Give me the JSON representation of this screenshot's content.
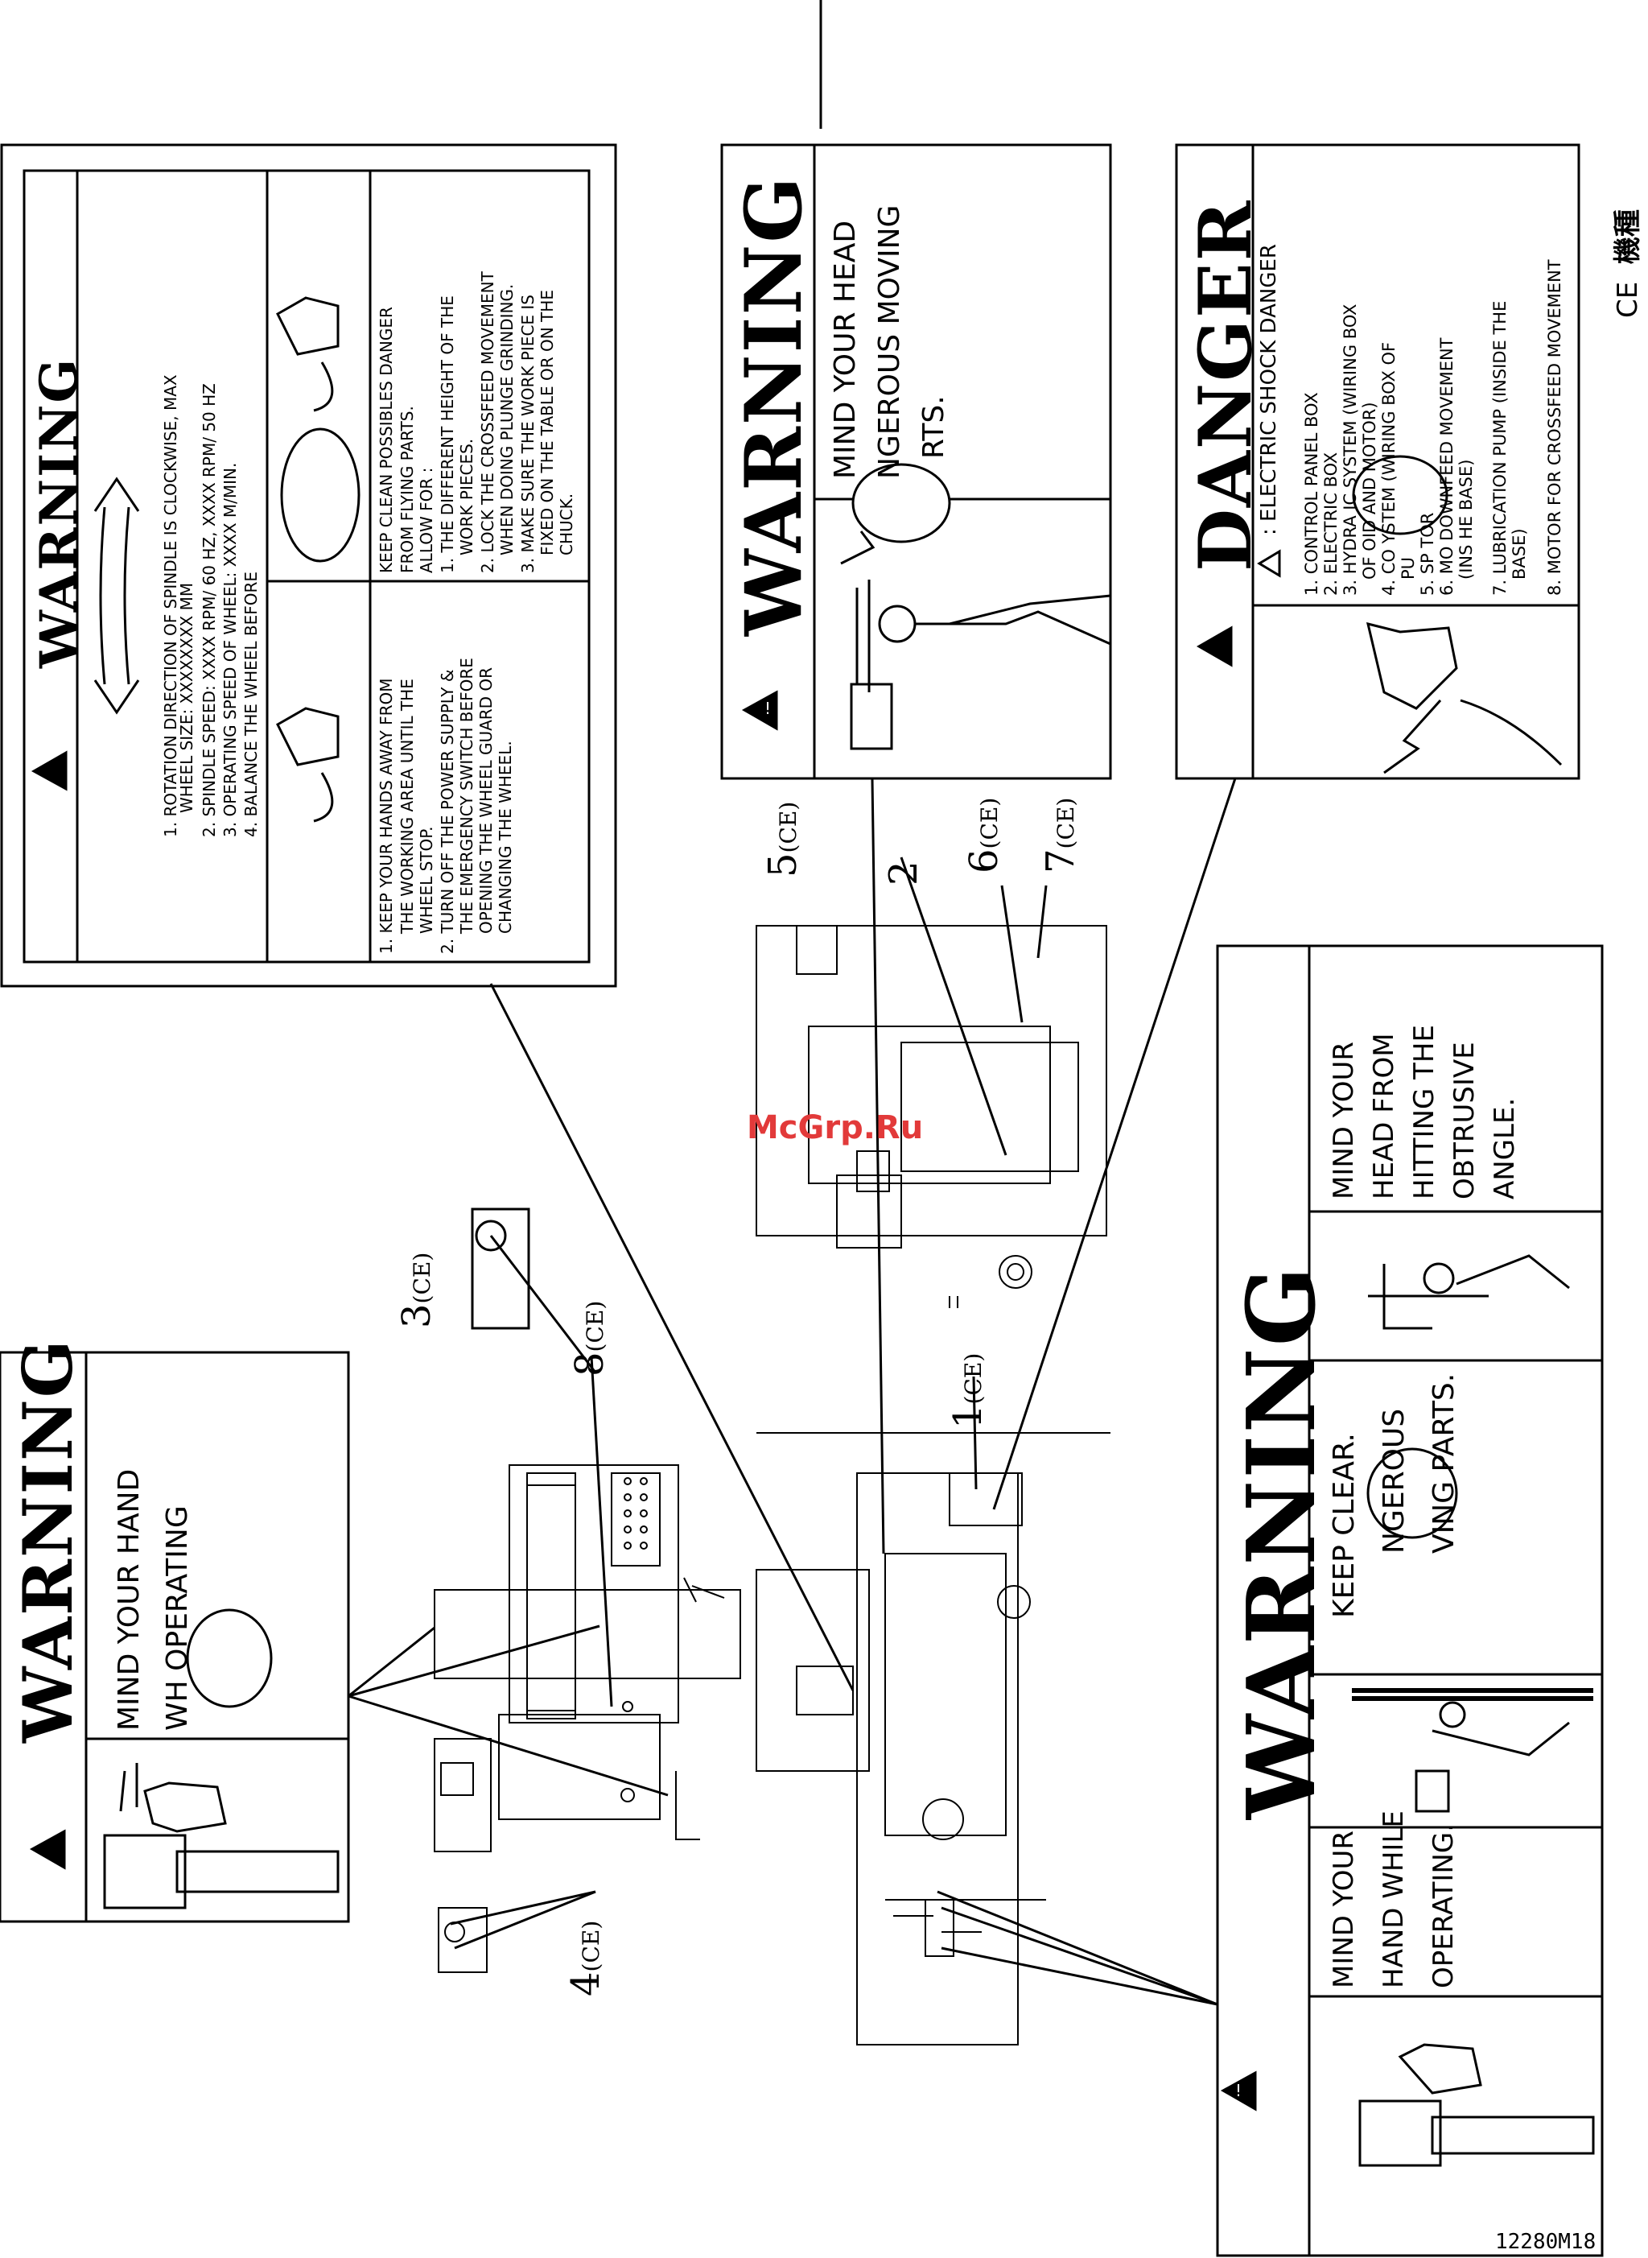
{
  "labels": {
    "top_left": {
      "title": "WARNING",
      "items": [
        "1. ROTATION DIRECTION OF SPINDLE IS CLOCKWISE, MAX",
        "WHEEL SIZE: XXXXXXXX MM",
        "2. SPINDLE SPEED: XXXX RPM/ 60 HZ, XXXX RPM/ 50 HZ",
        "3. OPERATING SPEED OF WHEEL: XXXX M/MIN.",
        "4. BALANCE THE WHEEL BEFORE"
      ],
      "hands": [
        "1. KEEP YOUR HANDS AWAY FROM",
        "THE WORKING AREA UNTIL THE",
        "WHEEL STOP.",
        "2. TURN OFF THE POWER SUPPLY &",
        "THE EMERGENCY SWITCH BEFORE",
        "OPENING THE WHEEL GUARD OR",
        "CHANGING THE WHEEL."
      ],
      "flying": [
        "KEEP CLEAN POSSIBLES DANGER",
        "FROM FLYING PARTS.",
        "ALLOW FOR :",
        "1. THE DIFFERENT HEIGHT OF THE",
        "WORK PIECES.",
        "2. LOCK THE CROSSFEED MOVEMENT",
        "WHEN DOING PLUNGE GRINDING.",
        "3. MAKE SURE THE WORK PIECE IS",
        "FIXED ON THE TABLE OR ON THE",
        "CHUCK."
      ]
    },
    "top_mid": {
      "title": "WARNING",
      "lines": [
        "MIND YOUR HEAD",
        "NGEROUS MOVING",
        "RTS."
      ]
    },
    "top_right": {
      "title": "DANGER",
      "subtitle": ": ELECTRIC SHOCK DANGER",
      "items": [
        "1. CONTROL PANEL BOX",
        "2. ELECTRIC BOX",
        "3. HYDRA    IC SYSTEM (WIRING BOX",
        "OF       OID AND MOTOR)",
        "4. CO        YSTEM (WIRING BOX OF",
        "PU",
        "5. SP         TOR",
        "6. MO        DOWNFEED MOVEMENT",
        "(INS        HE BASE)",
        "7. LUBRICATION PUMP (INSIDE THE",
        "BASE)",
        "8. MOTOR FOR CROSSFEED MOVEMENT"
      ]
    },
    "left_mid": {
      "title": "WARNING",
      "lines": [
        "MIND YOUR HAND",
        "WH    OPERATING"
      ]
    },
    "right_big": {
      "title": "WARNING",
      "hand": [
        "MIND YOUR",
        "HAND WHILE",
        "OPERATING."
      ],
      "keep": [
        "KEEP CLEAR.",
        "NGEROUS",
        "VING PARTS."
      ],
      "head": [
        "MIND YOUR",
        "HEAD FROM",
        "HITTING THE",
        "OBTRUSIVE",
        "ANGLE."
      ]
    }
  },
  "callouts": {
    "c1": "1",
    "c2": "2",
    "c3": "3",
    "c4": "4",
    "c5": "5",
    "c6": "6",
    "c7": "7",
    "c8": "8",
    "ce": "(CE)"
  },
  "corner": {
    "ce": "CE",
    "kanji": "機種"
  },
  "watermark": "McGrp.Ru",
  "drawing_no": "12280M18"
}
